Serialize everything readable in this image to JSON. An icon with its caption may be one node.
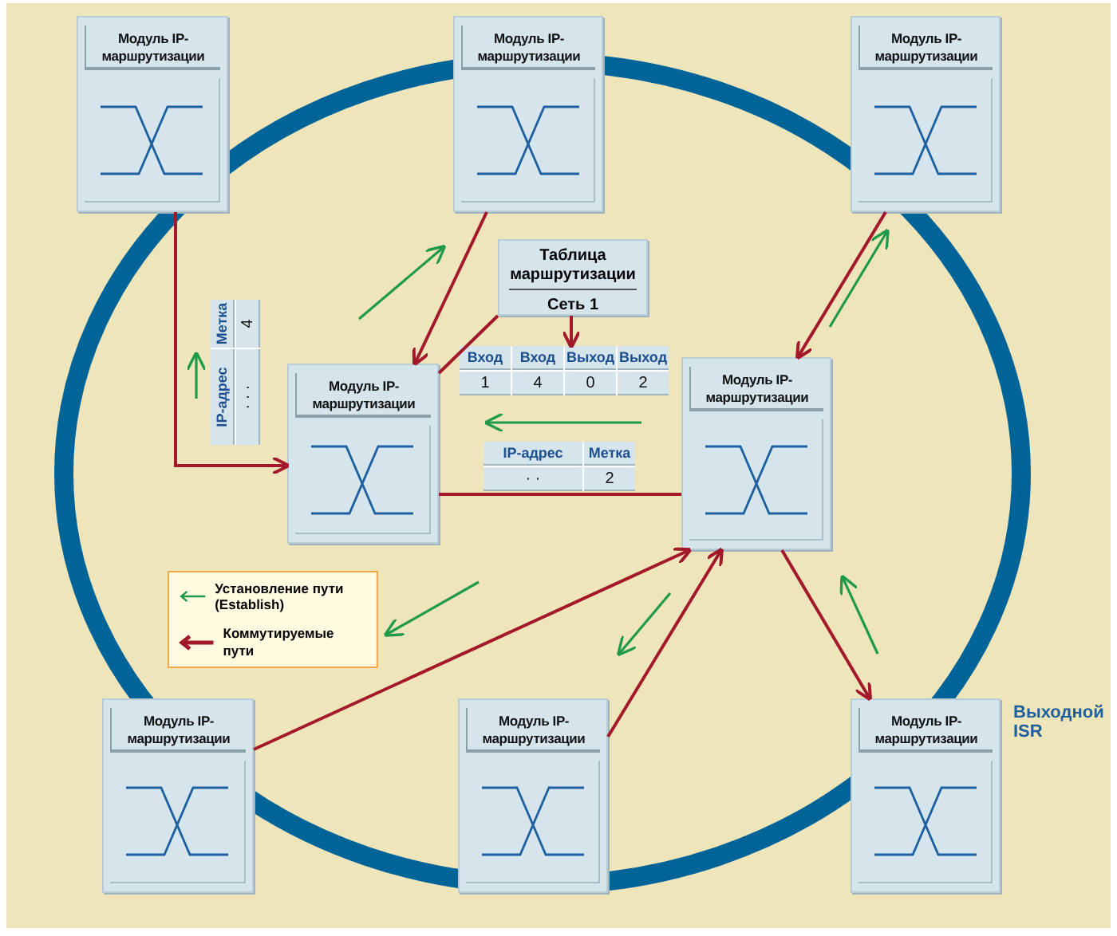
{
  "diagram": {
    "nodes": [
      {
        "text": [
          "Модуль IP-маршрутизации"
        ]
      },
      {
        "text": [
          "Модуль IP-маршрутизации"
        ]
      },
      {
        "text": [
          "Модуль IP-маршрутизации"
        ]
      },
      {
        "text": [
          "Таблица маршрутизации",
          "Сеть 1"
        ]
      },
      {
        "text": [
          "Модуль IP-маршрутизации"
        ]
      },
      {
        "text": [
          "Модуль IP-маршрутизации"
        ]
      },
      {
        "text": [
          "Модуль IP-маршрутизации"
        ]
      },
      {
        "text": [
          "Модуль IP-маршрутизации"
        ]
      },
      {
        "text": [
          "Модуль IP-маршрутизации"
        ],
        "beside": [
          "Выходной ISR"
        ]
      },
      {
        "text": [
          "Вход",
          "Вход",
          "Выход",
          "Выход",
          "1",
          "4",
          "0",
          "2"
        ]
      }
    ],
    "edges": [
      {
        "from": 0,
        "to": 4,
        "arrow": "to"
      },
      {
        "from": 1,
        "to": 4,
        "arrow": "to"
      },
      {
        "from": 2,
        "to": 5,
        "arrow": "to"
      },
      {
        "from": 4,
        "to": 3,
        "arrow": "none"
      },
      {
        "from": 4,
        "to": 5,
        "arrow": "none"
      },
      {
        "from": 3,
        "to": 9,
        "arrow": "to"
      },
      {
        "from": 6,
        "to": 5,
        "arrow": "to"
      },
      {
        "from": 7,
        "to": 5,
        "arrow": "to"
      },
      {
        "from": 5,
        "to": 8,
        "arrow": "to"
      }
    ],
    "labels": [
      "IP-адрес",
      "Метка",
      "· · ·",
      "4",
      "IP-адрес",
      "Метка",
      "· ·",
      "2"
    ],
    "legend": [
      {
        "text": "Установление пути (Establish)"
      },
      {
        "text": "Коммутируемые пути"
      }
    ]
  }
}
